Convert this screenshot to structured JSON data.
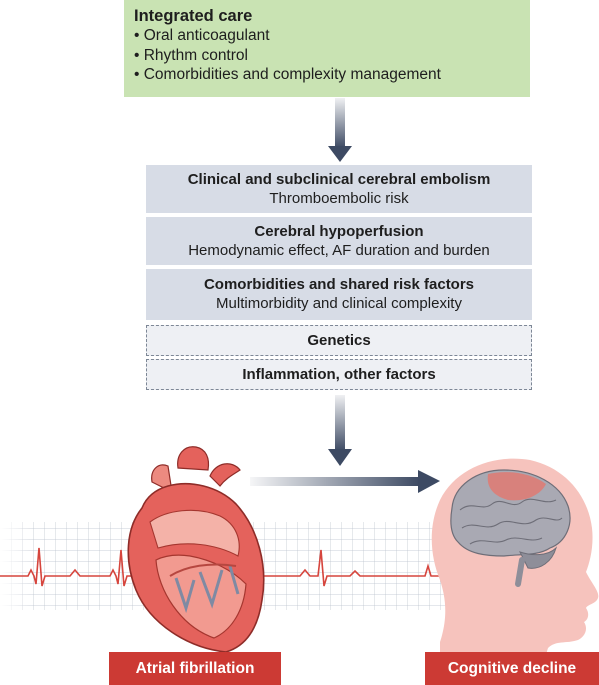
{
  "integrated_care": {
    "title": "Integrated care",
    "items": [
      "Oral anticoagulant",
      "Rhythm control",
      "Comorbidities and complexity management"
    ]
  },
  "mechanisms": [
    {
      "title": "Clinical and subclinical cerebral embolism",
      "subtitle": "Thromboembolic risk"
    },
    {
      "title": "Cerebral hypoperfusion",
      "subtitle": "Hemodynamic effect, AF duration and burden"
    },
    {
      "title": "Comorbidities and shared risk factors",
      "subtitle": "Multimorbidity and clinical complexity"
    },
    {
      "title": "Genetics"
    },
    {
      "title": "Inflammation, other factors"
    }
  ],
  "labels": {
    "left": "Atrial fibrillation",
    "right": "Cognitive decline"
  },
  "colors": {
    "care_box": "#c9e3b3",
    "mechanism_box": "#d7dce6",
    "arrow": "#3d4a63",
    "label": "#cc3a34",
    "heart": "#e4625c",
    "head": "#f6c3bd"
  },
  "icons": [
    "heart-illustration",
    "ecg-trace",
    "head-silhouette",
    "brain-illustration",
    "arrow-down-icon",
    "arrow-right-icon"
  ]
}
